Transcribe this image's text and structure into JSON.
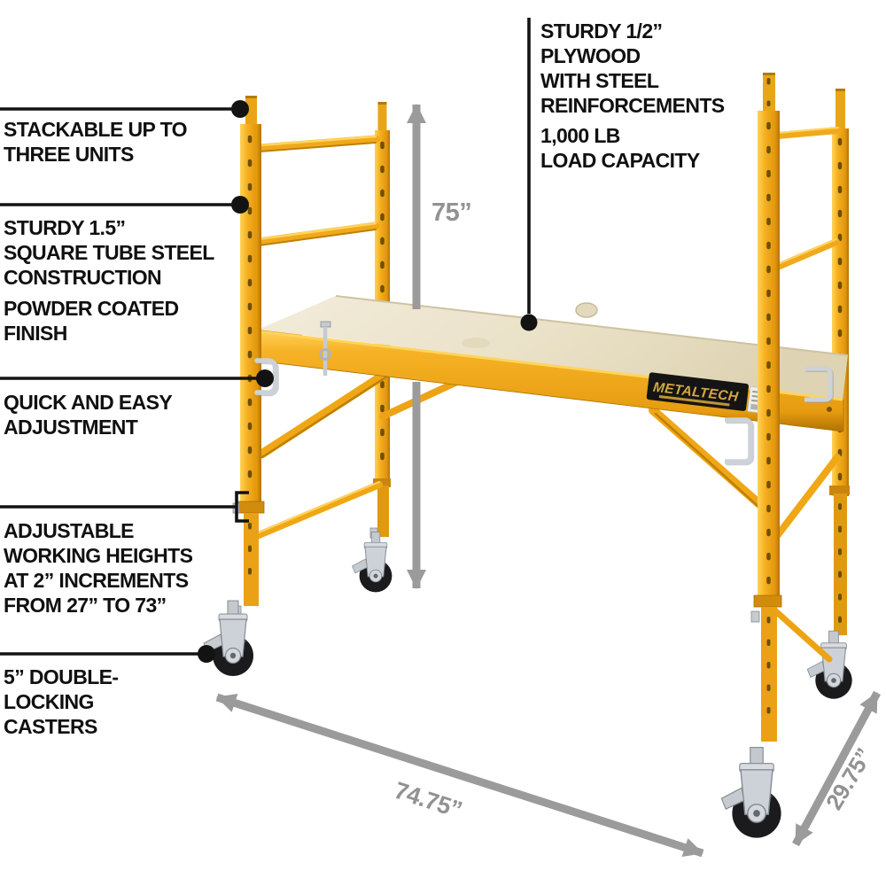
{
  "callouts": {
    "stackable": "STACKABLE UP TO\nTHREE UNITS",
    "square_tube": "STURDY 1.5”\nSQUARE TUBE STEEL\nCONSTRUCTION",
    "powder_coat": "POWDER COATED\nFINISH",
    "adjustment": "QUICK AND EASY\nADJUSTMENT",
    "working_heights": "ADJUSTABLE\nWORKING HEIGHTS\nAT 2” INCREMENTS\nFROM 27” TO 73”",
    "casters": "5” DOUBLE-\nLOCKING\nCASTERS",
    "plywood": "STURDY 1/2”\nPLYWOOD\nWITH STEEL\nREINFORCEMENTS",
    "capacity": "1,000 LB\nLOAD CAPACITY"
  },
  "dimensions": {
    "height": "75”",
    "length": "74.75”",
    "depth": "29.75”"
  },
  "brand": {
    "label": "METALTECH"
  },
  "colors": {
    "frame_yellow": "#F5AF1E",
    "frame_shadow": "#C8820C",
    "deck_cream": "#ECE3CB",
    "dimension_gray": "#9B9B9B",
    "callout_black": "#111111"
  }
}
